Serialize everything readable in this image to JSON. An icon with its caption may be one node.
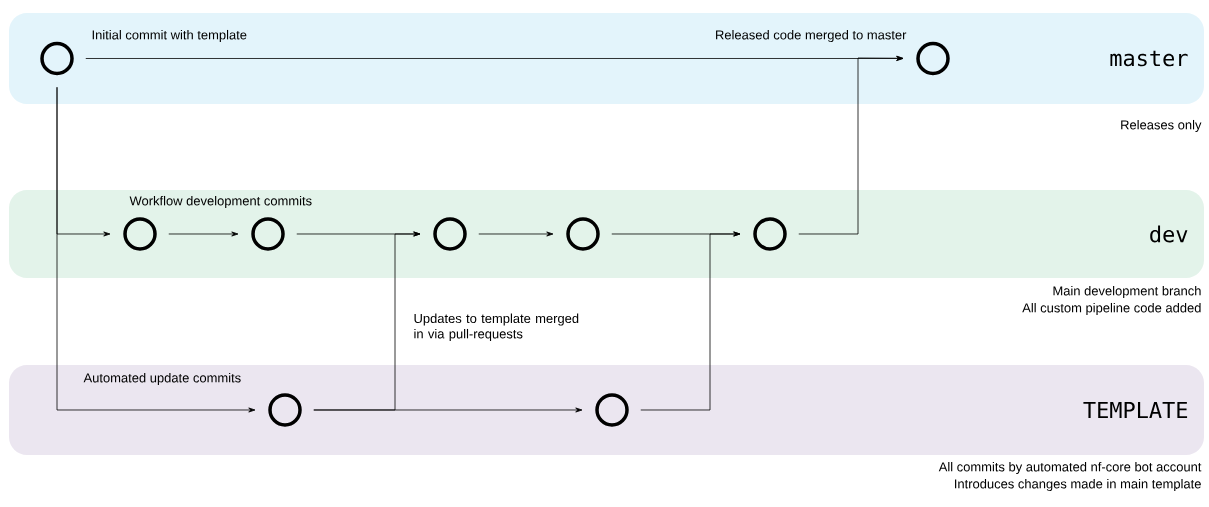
{
  "diagram": {
    "nodes": [
      {
        "text": [
          "master"
        ],
        "beside": [
          "Releases only"
        ]
      },
      {
        "text": [],
        "shape": "circle",
        "in": 0,
        "beside": [
          "Initial commit with template"
        ]
      },
      {
        "text": [],
        "shape": "circle",
        "in": 0,
        "beside": [
          "Released code merged to master"
        ]
      },
      {
        "text": [
          "dev"
        ],
        "beside": [
          "Main development branch",
          "All custom pipeline code added"
        ]
      },
      {
        "text": [],
        "shape": "circle",
        "in": 3,
        "beside": [
          "Workflow development commits"
        ]
      },
      {
        "text": [],
        "shape": "circle",
        "in": 3
      },
      {
        "text": [],
        "shape": "circle",
        "in": 3
      },
      {
        "text": [],
        "shape": "circle",
        "in": 3
      },
      {
        "text": [],
        "shape": "circle",
        "in": 3
      },
      {
        "text": [
          "TEMPLATE"
        ],
        "beside": [
          "All commits by automated nf-core bot account",
          "Introduces changes made in main template"
        ]
      },
      {
        "text": [],
        "shape": "circle",
        "in": 9,
        "beside": [
          "Automated update commits"
        ]
      },
      {
        "text": [],
        "shape": "circle",
        "in": 9
      }
    ],
    "edges": [
      {
        "from": 1,
        "to": 2,
        "arrow": "to"
      },
      {
        "from": 1,
        "to": 4,
        "arrow": "to"
      },
      {
        "from": 1,
        "to": 10,
        "arrow": "to"
      },
      {
        "from": 4,
        "to": 5,
        "arrow": "to"
      },
      {
        "from": 5,
        "to": 6,
        "arrow": "to"
      },
      {
        "from": 6,
        "to": 7,
        "arrow": "to"
      },
      {
        "from": 7,
        "to": 8,
        "arrow": "to"
      },
      {
        "from": 10,
        "to": 11,
        "arrow": "to"
      },
      {
        "from": 10,
        "to": 6,
        "arrow": "to",
        "label": "Updates to template merged in via pull-requests"
      },
      {
        "from": 11,
        "to": 8,
        "arrow": "to"
      },
      {
        "from": 8,
        "to": 2,
        "arrow": "to"
      }
    ]
  }
}
